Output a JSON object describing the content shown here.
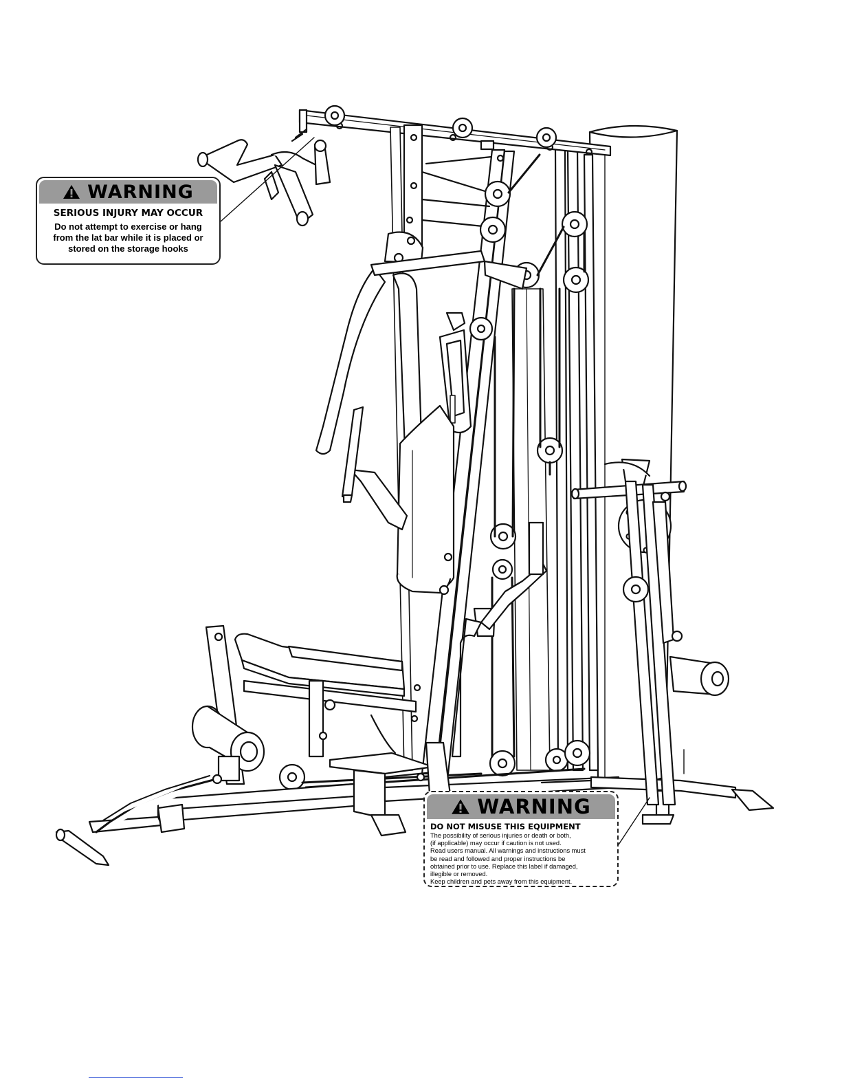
{
  "warning_top": {
    "title": "WARNING",
    "subtitle": "SERIOUS INJURY MAY OCCUR",
    "lines": [
      "Do not attempt to exercise or hang",
      "from the lat bar while it is placed or",
      "stored on the storage hooks"
    ]
  },
  "warning_bottom": {
    "title": "WARNING",
    "subtitle": "DO NOT MISUSE THIS EQUIPMENT",
    "lines": [
      "The possibility of serious injuries or death or both,",
      "(if applicable) may occur if caution is not used.",
      "Read users manual. All warnings and instructions must",
      "be read and followed and proper instructions be",
      "obtained prior to use. Replace this label if damaged,",
      "illegible or removed.",
      "Keep children and pets away from this equipment."
    ]
  },
  "icons": {
    "warning": "warning-triangle-icon"
  },
  "colors": {
    "label_header": "#9a9a9a",
    "line_art": "#111111",
    "link": "#3a5bd8"
  }
}
